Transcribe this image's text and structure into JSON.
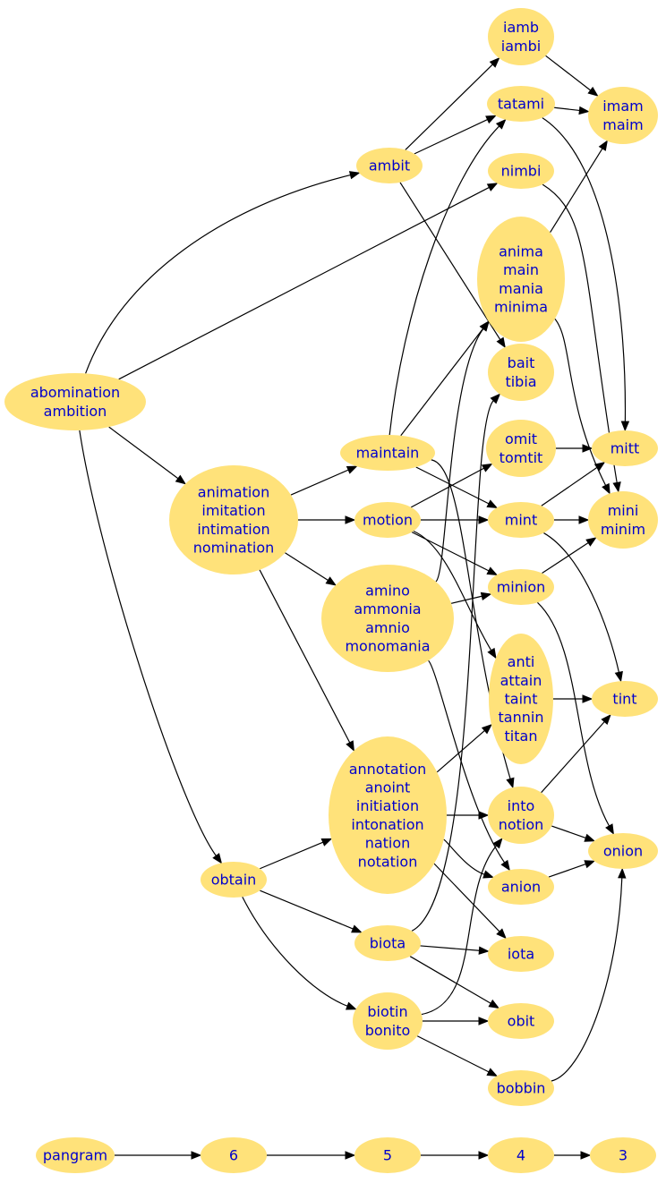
{
  "nodes": [
    {
      "id": "iamb",
      "lines": [
        "iamb",
        "iambi"
      ]
    },
    {
      "id": "imam",
      "lines": [
        "imam",
        "maim"
      ]
    },
    {
      "id": "tatami",
      "lines": [
        "tatami"
      ]
    },
    {
      "id": "ambit",
      "lines": [
        "ambit"
      ]
    },
    {
      "id": "nimbi",
      "lines": [
        "nimbi"
      ]
    },
    {
      "id": "anima",
      "lines": [
        "anima",
        "main",
        "mania",
        "minima"
      ]
    },
    {
      "id": "abomination",
      "lines": [
        "abomination",
        "ambition"
      ]
    },
    {
      "id": "bait",
      "lines": [
        "bait",
        "tibia"
      ]
    },
    {
      "id": "maintain",
      "lines": [
        "maintain"
      ]
    },
    {
      "id": "omit",
      "lines": [
        "omit",
        "tomtit"
      ]
    },
    {
      "id": "mitt",
      "lines": [
        "mitt"
      ]
    },
    {
      "id": "animation",
      "lines": [
        "animation",
        "imitation",
        "intimation",
        "nomination"
      ]
    },
    {
      "id": "motion",
      "lines": [
        "motion"
      ]
    },
    {
      "id": "mint",
      "lines": [
        "mint"
      ]
    },
    {
      "id": "mini",
      "lines": [
        "mini",
        "minim"
      ]
    },
    {
      "id": "amino",
      "lines": [
        "amino",
        "ammonia",
        "amnio",
        "monomania"
      ]
    },
    {
      "id": "minion",
      "lines": [
        "minion"
      ]
    },
    {
      "id": "anti",
      "lines": [
        "anti",
        "attain",
        "taint",
        "tannin",
        "titan"
      ]
    },
    {
      "id": "tint",
      "lines": [
        "tint"
      ]
    },
    {
      "id": "annotation",
      "lines": [
        "annotation",
        "anoint",
        "initiation",
        "intonation",
        "nation",
        "notation"
      ]
    },
    {
      "id": "into",
      "lines": [
        "into",
        "notion"
      ]
    },
    {
      "id": "onion",
      "lines": [
        "onion"
      ]
    },
    {
      "id": "obtain",
      "lines": [
        "obtain"
      ]
    },
    {
      "id": "anion",
      "lines": [
        "anion"
      ]
    },
    {
      "id": "biota",
      "lines": [
        "biota"
      ]
    },
    {
      "id": "iota",
      "lines": [
        "iota"
      ]
    },
    {
      "id": "biotin",
      "lines": [
        "biotin",
        "bonito"
      ]
    },
    {
      "id": "obit",
      "lines": [
        "obit"
      ]
    },
    {
      "id": "bobbin",
      "lines": [
        "bobbin"
      ]
    },
    {
      "id": "pangram",
      "lines": [
        "pangram"
      ]
    },
    {
      "id": "n6",
      "lines": [
        "6"
      ]
    },
    {
      "id": "n5",
      "lines": [
        "5"
      ]
    },
    {
      "id": "n4",
      "lines": [
        "4"
      ]
    },
    {
      "id": "n3",
      "lines": [
        "3"
      ]
    }
  ],
  "edges": [
    [
      "abomination",
      "ambit"
    ],
    [
      "abomination",
      "nimbi"
    ],
    [
      "abomination",
      "animation"
    ],
    [
      "abomination",
      "obtain"
    ],
    [
      "ambit",
      "iamb"
    ],
    [
      "ambit",
      "tatami"
    ],
    [
      "ambit",
      "bait"
    ],
    [
      "iamb",
      "imam"
    ],
    [
      "tatami",
      "imam"
    ],
    [
      "tatami",
      "mitt"
    ],
    [
      "nimbi",
      "mini"
    ],
    [
      "anima",
      "imam"
    ],
    [
      "anima",
      "mini"
    ],
    [
      "animation",
      "maintain"
    ],
    [
      "animation",
      "motion"
    ],
    [
      "animation",
      "amino"
    ],
    [
      "animation",
      "annotation"
    ],
    [
      "maintain",
      "tatami"
    ],
    [
      "maintain",
      "anima"
    ],
    [
      "maintain",
      "mint"
    ],
    [
      "maintain",
      "into"
    ],
    [
      "motion",
      "omit"
    ],
    [
      "motion",
      "mint"
    ],
    [
      "motion",
      "minion"
    ],
    [
      "motion",
      "anti"
    ],
    [
      "omit",
      "mitt"
    ],
    [
      "mint",
      "mitt"
    ],
    [
      "mint",
      "mini"
    ],
    [
      "mint",
      "tint"
    ],
    [
      "minion",
      "mini"
    ],
    [
      "minion",
      "onion"
    ],
    [
      "amino",
      "anima"
    ],
    [
      "amino",
      "minion"
    ],
    [
      "amino",
      "anion"
    ],
    [
      "anti",
      "tint"
    ],
    [
      "annotation",
      "anti"
    ],
    [
      "annotation",
      "into"
    ],
    [
      "annotation",
      "anion"
    ],
    [
      "annotation",
      "iota"
    ],
    [
      "into",
      "tint"
    ],
    [
      "into",
      "onion"
    ],
    [
      "anion",
      "onion"
    ],
    [
      "obtain",
      "annotation"
    ],
    [
      "obtain",
      "biota"
    ],
    [
      "obtain",
      "biotin"
    ],
    [
      "biota",
      "bait"
    ],
    [
      "biota",
      "iota"
    ],
    [
      "biota",
      "obit"
    ],
    [
      "biotin",
      "into"
    ],
    [
      "biotin",
      "obit"
    ],
    [
      "biotin",
      "bobbin"
    ],
    [
      "bobbin",
      "onion"
    ],
    [
      "pangram",
      "n6"
    ],
    [
      "n6",
      "n5"
    ],
    [
      "n5",
      "n4"
    ],
    [
      "n4",
      "n3"
    ]
  ]
}
